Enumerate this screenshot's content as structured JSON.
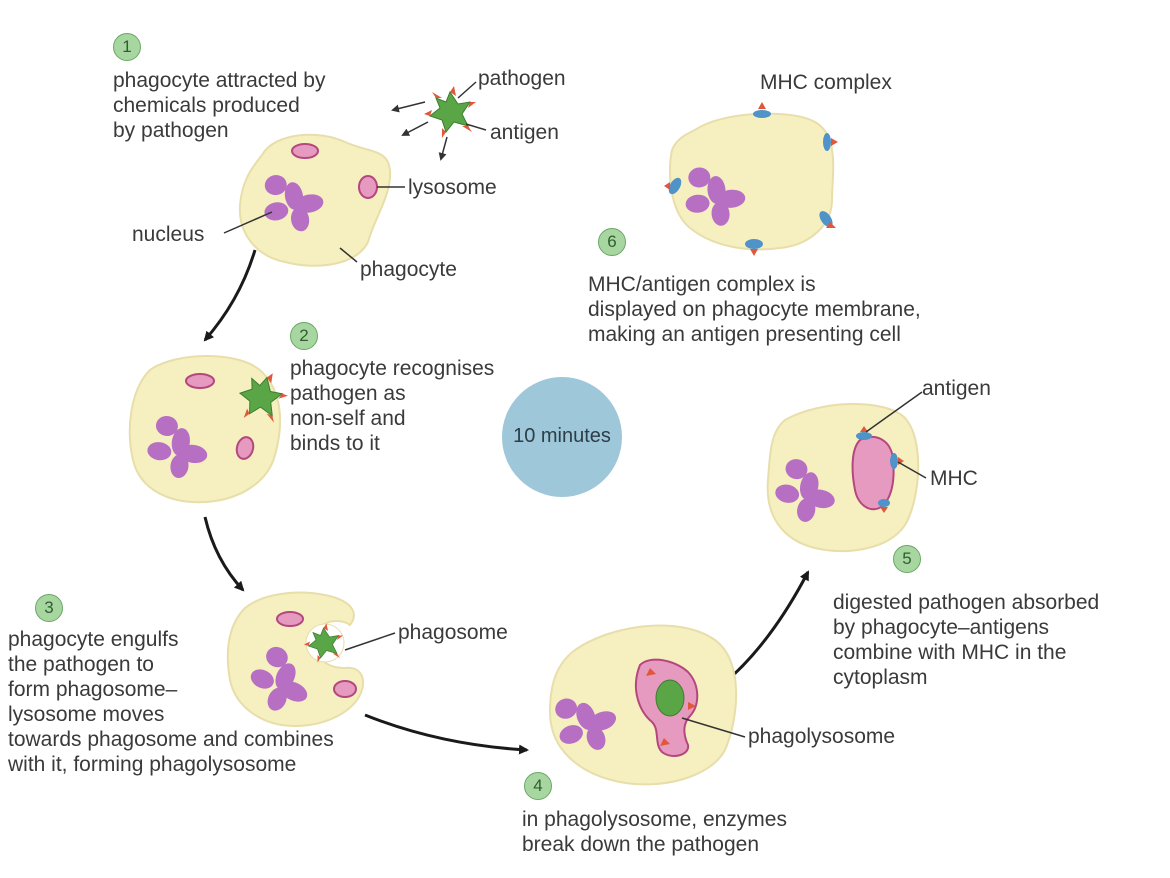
{
  "steps": [
    {
      "num": "1",
      "text": [
        "phagocyte attracted by",
        "chemicals produced",
        "by pathogen"
      ]
    },
    {
      "num": "2",
      "text": [
        "phagocyte recognises",
        "pathogen as",
        "non-self and",
        "binds to it"
      ]
    },
    {
      "num": "3",
      "text": [
        "phagocyte engulfs",
        "the pathogen to",
        "form phagosome–",
        "lysosome moves",
        "towards phagosome and combines",
        "with it, forming phagolysosome"
      ]
    },
    {
      "num": "4",
      "text": [
        "in phagolysosome, enzymes",
        "break down the pathogen"
      ]
    },
    {
      "num": "5",
      "text": [
        "digested pathogen absorbed",
        "by phagocyte–antigens",
        "combine with MHC in the",
        "cytoplasm"
      ]
    },
    {
      "num": "6",
      "text": [
        "MHC/antigen complex is",
        "displayed on phagocyte membrane,",
        "making an antigen presenting cell"
      ]
    }
  ],
  "labels": {
    "pathogen": "pathogen",
    "antigen_top": "antigen",
    "lysosome": "lysosome",
    "nucleus": "nucleus",
    "phagocyte": "phagocyte",
    "phagosome": "phagosome",
    "phagolysosome": "phagolysosome",
    "antigen_right": "antigen",
    "mhc": "MHC",
    "mhc_complex": "MHC complex"
  },
  "timer_label": "10 minutes",
  "colors": {
    "cell_fill": "#f6efc0",
    "cell_edge": "#e7deaa",
    "nucleus": "#b66fc3",
    "lysosome_fill": "#e79ac0",
    "lysosome_edge": "#b3477e",
    "pathogen": "#5aa646",
    "antigen": "#e0573a",
    "mhc": "#4f93c9",
    "step_circle": "#a7d6a0",
    "timer_circle": "#9fc7da",
    "arrow": "#1a1a1a",
    "leader": "#333333"
  }
}
